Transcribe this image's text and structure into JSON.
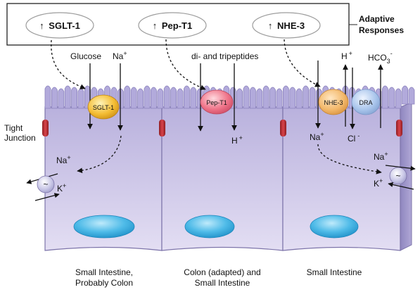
{
  "header": {
    "adaptive_line1": "Adaptive",
    "adaptive_line2": "Responses",
    "items": [
      {
        "arrow": "↑",
        "label": "SGLT-1"
      },
      {
        "arrow": "↑",
        "label": "Pep-T1"
      },
      {
        "arrow": "↑",
        "label": "NHE-3"
      }
    ]
  },
  "cell1": {
    "glucose": "Glucose",
    "na": "Na",
    "na_sup": "+",
    "transporter": "SGLT-1",
    "tight_junction_line1": "Tight",
    "tight_junction_line2": "Junction",
    "pump_na": "Na",
    "pump_na_sup": "+",
    "pump_k": "K",
    "pump_k_sup": "+",
    "pump_symbol": "~",
    "caption_line1": "Small Intestine,",
    "caption_line2": "Probably Colon"
  },
  "cell2": {
    "peptides": "di- and tripeptides",
    "transporter": "Pep-T1",
    "h": "H",
    "h_sup": "+",
    "caption_line1": "Colon (adapted) and",
    "caption_line2": "Small Intestine"
  },
  "cell3": {
    "h": "H",
    "h_sup": "+",
    "hco3": "HCO",
    "hco3_sub": "3",
    "hco3_sup": "-",
    "nhe": "NHE-3",
    "dra": "DRA",
    "na": "Na",
    "na_sup": "+",
    "cl": "Cl",
    "cl_sup": "-",
    "pump_na": "Na",
    "pump_na_sup": "+",
    "pump_k": "K",
    "pump_k_sup": "+",
    "pump_symbol": "~",
    "caption": "Small Intestine"
  },
  "colors": {
    "cell_fill": "#c9c2e6",
    "cell_stroke": "#7d74aa",
    "sglt": "#f1b52d",
    "pept": "#ee6f86",
    "nhe": "#f2b86a",
    "dra": "#a9c4ea",
    "nucleus": "#46b6e6",
    "junction": "#b8262b"
  }
}
